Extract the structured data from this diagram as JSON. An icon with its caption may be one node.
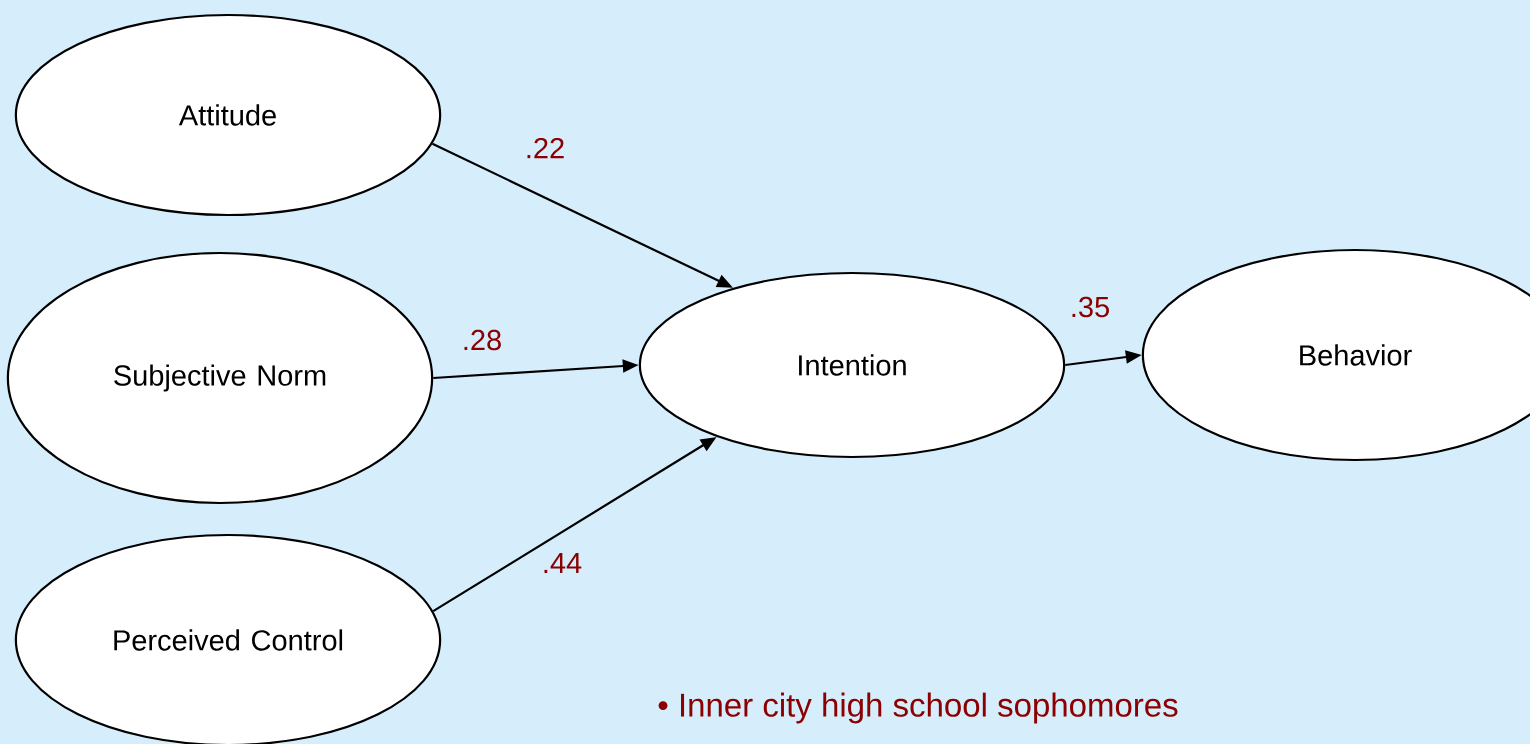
{
  "diagram": {
    "nodes": [
      {
        "text": [
          "Attitude"
        ]
      },
      {
        "text": [
          "Subjective Norm"
        ]
      },
      {
        "text": [
          "Perceived Control"
        ]
      },
      {
        "text": [
          "Intention"
        ]
      },
      {
        "text": [
          "Behavior"
        ]
      }
    ],
    "edges": [
      {
        "from": 0,
        "to": 3,
        "arrow": "to",
        "label": ".22"
      },
      {
        "from": 1,
        "to": 3,
        "arrow": "to",
        "label": ".28"
      },
      {
        "from": 2,
        "to": 3,
        "arrow": "to",
        "label": ".44"
      },
      {
        "from": 3,
        "to": 4,
        "arrow": "to",
        "label": ".35"
      }
    ],
    "labels": [
      "• Inner city high school sophomores"
    ]
  }
}
